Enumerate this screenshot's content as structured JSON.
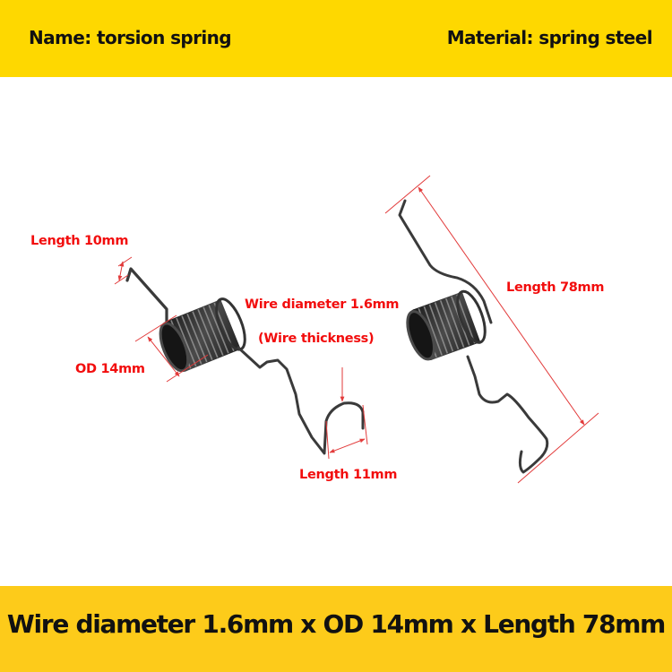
{
  "header": {
    "name_label": "Name: torsion spring",
    "material_label": "Material: spring steel"
  },
  "footer": {
    "spec_label": "Wire diameter 1.6mm x OD 14mm x Length 78mm"
  },
  "annotations": {
    "leg_length_short": "Length 10mm",
    "outer_diameter": "OD 14mm",
    "wire_diameter": "Wire diameter  1.6mm",
    "wire_thickness_note": "(Wire thickness)",
    "hook_length": "Length 11mm",
    "total_length": "Length 78mm"
  },
  "colors": {
    "top_banner": "#FED800",
    "bottom_banner": "#FDCB1A",
    "annotation_red": "#F20D0D",
    "dimension_line": "#E23A3A",
    "spring_steel": "#3a3a3a",
    "background": "#FFFFFF"
  }
}
